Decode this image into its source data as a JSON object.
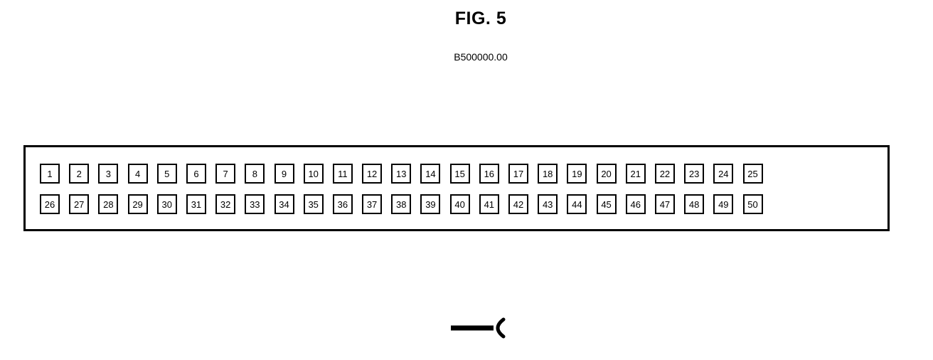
{
  "figure": {
    "title": "FIG. 5",
    "part_number": "B500000.00"
  },
  "connector": {
    "top_row_pins": [
      "1",
      "2",
      "3",
      "4",
      "5",
      "6",
      "7",
      "8",
      "9",
      "10",
      "11",
      "12",
      "13",
      "14",
      "15",
      "16",
      "17",
      "18",
      "19",
      "20",
      "21",
      "22",
      "23",
      "24",
      "25"
    ],
    "bottom_row_pins": [
      "26",
      "27",
      "28",
      "29",
      "30",
      "31",
      "32",
      "33",
      "34",
      "35",
      "36",
      "37",
      "38",
      "39",
      "40",
      "41",
      "42",
      "43",
      "44",
      "45",
      "46",
      "47",
      "48",
      "49",
      "50"
    ]
  }
}
